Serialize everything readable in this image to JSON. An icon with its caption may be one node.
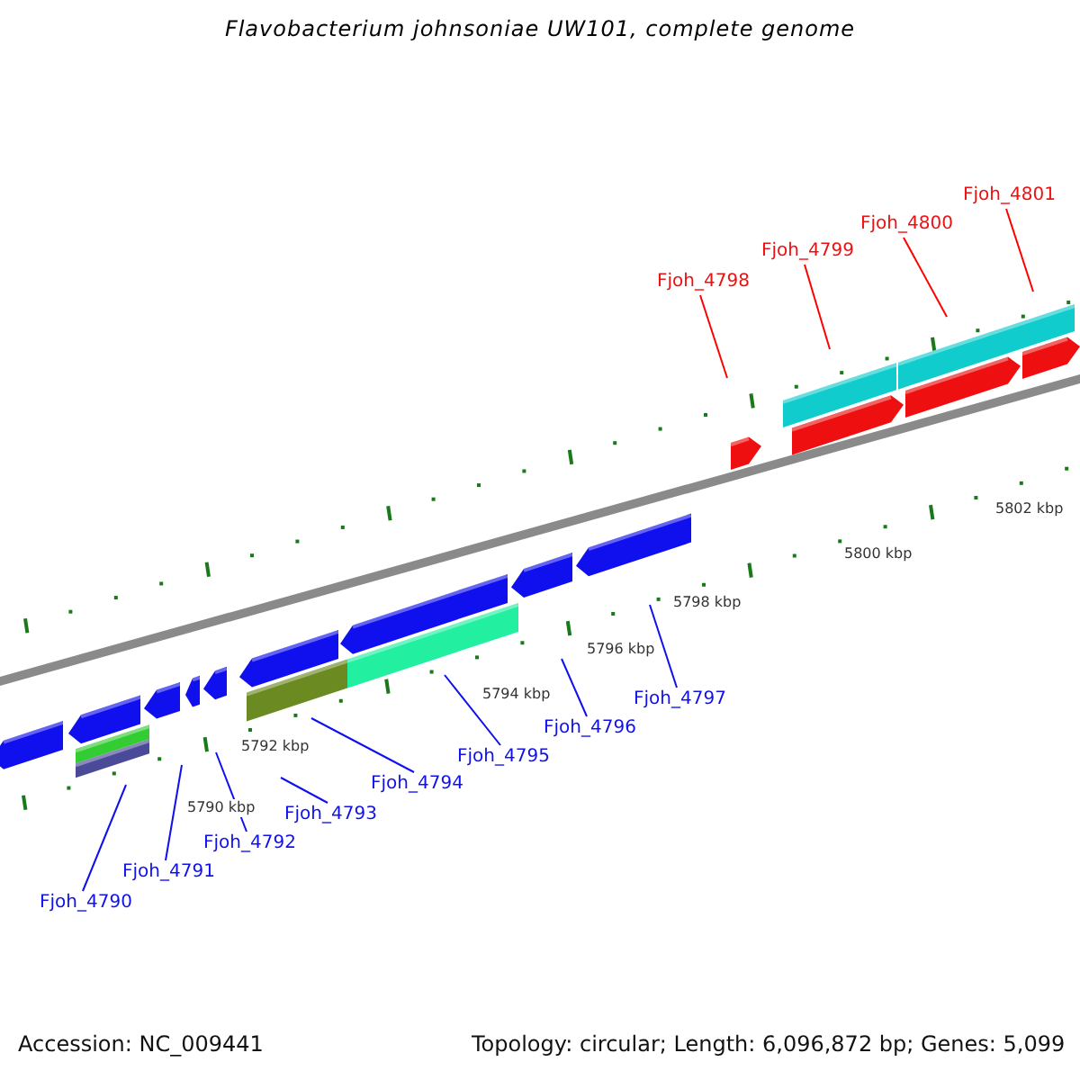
{
  "diagram": {
    "title": "Flavobacterium johnsoniae UW101, complete genome",
    "nodes": [
      {
        "text": [
          "Fjoh_4790"
        ]
      },
      {
        "text": [
          "Fjoh_4791"
        ]
      },
      {
        "text": [
          "Fjoh_4792"
        ]
      },
      {
        "text": [
          "Fjoh_4793"
        ]
      },
      {
        "text": [
          "Fjoh_4794"
        ]
      },
      {
        "text": [
          "Fjoh_4795"
        ]
      },
      {
        "text": [
          "Fjoh_4796"
        ]
      },
      {
        "text": [
          "Fjoh_4797"
        ]
      },
      {
        "text": [
          "Fjoh_4798"
        ]
      },
      {
        "text": [
          "Fjoh_4799"
        ]
      },
      {
        "text": [
          "Fjoh_4800"
        ]
      },
      {
        "text": [
          "Fjoh_4801"
        ]
      }
    ],
    "edges": [
      {
        "from": 0,
        "to": null,
        "arrow": "none"
      },
      {
        "from": 1,
        "to": null,
        "arrow": "none"
      },
      {
        "from": 2,
        "to": null,
        "arrow": "none"
      },
      {
        "from": 3,
        "to": null,
        "arrow": "none"
      },
      {
        "from": 4,
        "to": null,
        "arrow": "none"
      },
      {
        "from": 5,
        "to": null,
        "arrow": "none"
      },
      {
        "from": 6,
        "to": null,
        "arrow": "none"
      },
      {
        "from": 7,
        "to": null,
        "arrow": "none"
      },
      {
        "from": 8,
        "to": null,
        "arrow": "none",
        "color": "#ff0000"
      },
      {
        "from": 9,
        "to": null,
        "arrow": "none",
        "color": "#ff0000"
      },
      {
        "from": 10,
        "to": null,
        "arrow": "none",
        "color": "#ff0000"
      },
      {
        "from": 11,
        "to": null,
        "arrow": "none",
        "color": "#ff0000"
      }
    ],
    "labels": [
      "5790 kbp",
      "5792 kbp",
      "5794 kbp",
      "5796 kbp",
      "5798 kbp",
      "5800 kbp",
      "5802 kbp",
      "Accession: NC_009441",
      "Topology: circular; Length: 6,096,872 bp; Genes: 5,099"
    ]
  }
}
